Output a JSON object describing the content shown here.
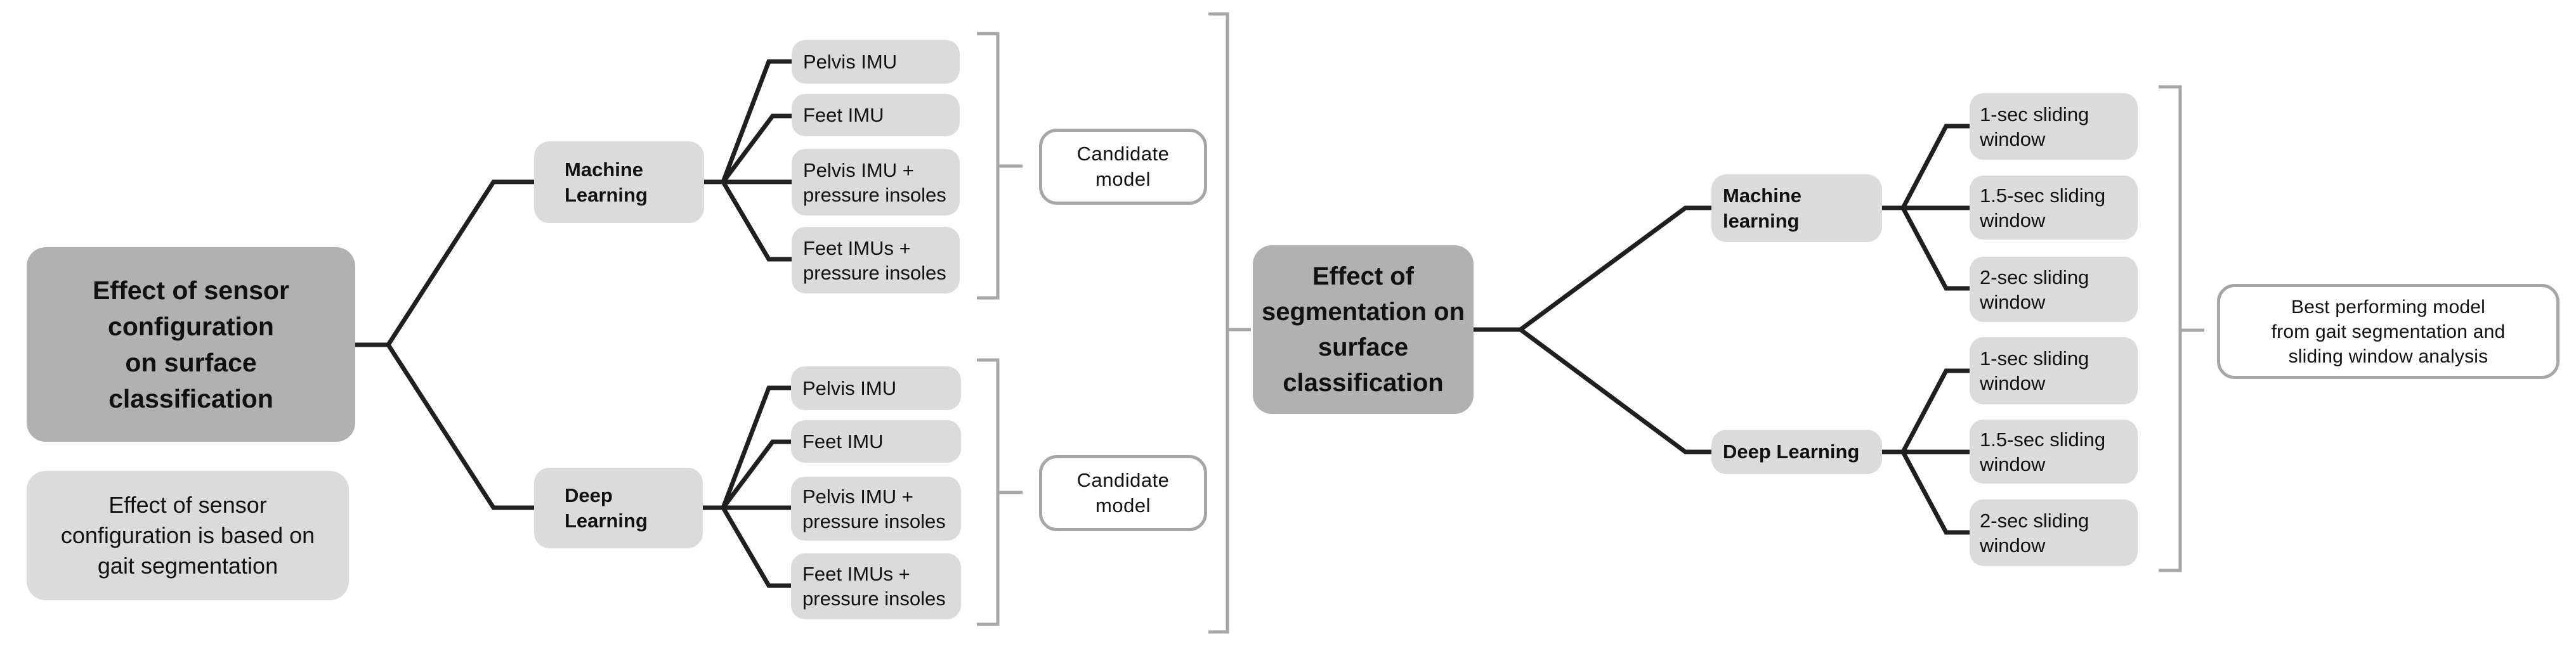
{
  "colors": {
    "background": "#ffffff",
    "root_box_fill": "#b1b1b1",
    "branch_box_fill": "#dbdbdb",
    "outcome_box_fill": "#ffffff",
    "outcome_box_border": "#a6a6a6",
    "connector_line": "#1f1f1f",
    "bracket_line": "#a6a6a6",
    "text": "#111111"
  },
  "left_tree": {
    "root": {
      "label": "Effect of sensor\nconfiguration\non surface\nclassification"
    },
    "note": {
      "label": "Effect of sensor\nconfiguration is based on\ngait segmentation"
    },
    "branches": [
      {
        "label": "Machine\nLearning",
        "leaves": [
          "Pelvis IMU",
          "Feet IMU",
          "Pelvis IMU +\npressure insoles",
          "Feet IMUs +\npressure insoles"
        ],
        "outcome": {
          "label": "Candidate\nmodel"
        }
      },
      {
        "label": "Deep\nLearning",
        "leaves": [
          "Pelvis IMU",
          "Feet IMU",
          "Pelvis IMU +\npressure insoles",
          "Feet IMUs +\npressure insoles"
        ],
        "outcome": {
          "label": "Candidate\nmodel"
        }
      }
    ]
  },
  "right_tree": {
    "root": {
      "label": "Effect of\nsegmentation on\nsurface\nclassification"
    },
    "branches": [
      {
        "label": "Machine\nlearning",
        "leaves": [
          "1-sec sliding\nwindow",
          "1.5-sec sliding\nwindow",
          "2-sec sliding\nwindow"
        ]
      },
      {
        "label": "Deep Learning",
        "leaves": [
          "1-sec sliding\nwindow",
          "1.5-sec sliding\nwindow",
          "2-sec sliding\nwindow"
        ]
      }
    ],
    "outcome": {
      "label": "Best performing model\nfrom gait segmentation and\nsliding window analysis"
    }
  }
}
